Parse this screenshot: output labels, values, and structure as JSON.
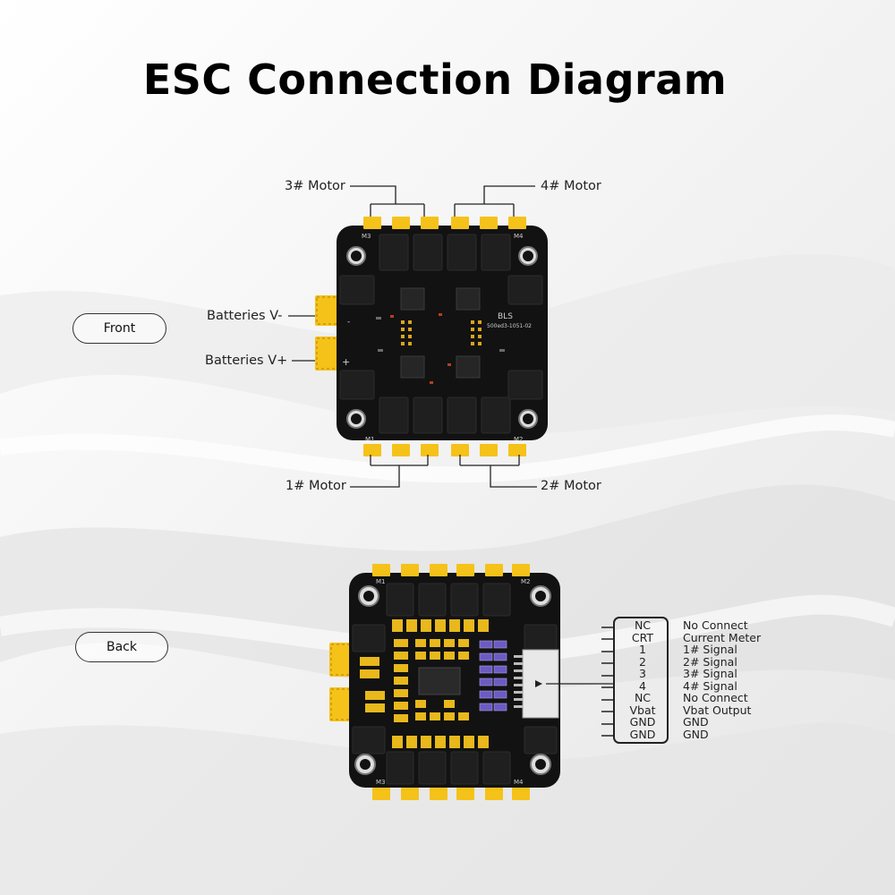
{
  "title": "ESC Connection Diagram",
  "labels": {
    "front": "Front",
    "back": "Back",
    "motor1": "1# Motor",
    "motor2": "2# Motor",
    "motor3": "3# Motor",
    "motor4": "4# Motor",
    "batt_neg": "Batteries V-",
    "batt_pos": "Batteries V+"
  },
  "board": {
    "front_silkscreen": [
      "M3",
      "M4",
      "M1",
      "M2"
    ],
    "back_silkscreen": [
      "M1",
      "M2",
      "M3",
      "M4"
    ],
    "front_text": "BLS",
    "front_code": "500ed3-1051-02",
    "colors": {
      "pcb": "#121212",
      "pad": "#f5c21a",
      "mosfet": "#1d1d1d",
      "chip": "#7060c8"
    }
  },
  "pinout": [
    {
      "pin": "NC",
      "desc": "No Connect"
    },
    {
      "pin": "CRT",
      "desc": "Current Meter"
    },
    {
      "pin": "1",
      "desc": "1# Signal"
    },
    {
      "pin": "2",
      "desc": "2# Signal"
    },
    {
      "pin": "3",
      "desc": "3# Signal"
    },
    {
      "pin": "4",
      "desc": "4# Signal"
    },
    {
      "pin": "NC",
      "desc": "No Connect"
    },
    {
      "pin": "Vbat",
      "desc": "Vbat Output"
    },
    {
      "pin": "GND",
      "desc": "GND"
    },
    {
      "pin": "GND",
      "desc": "GND"
    }
  ]
}
